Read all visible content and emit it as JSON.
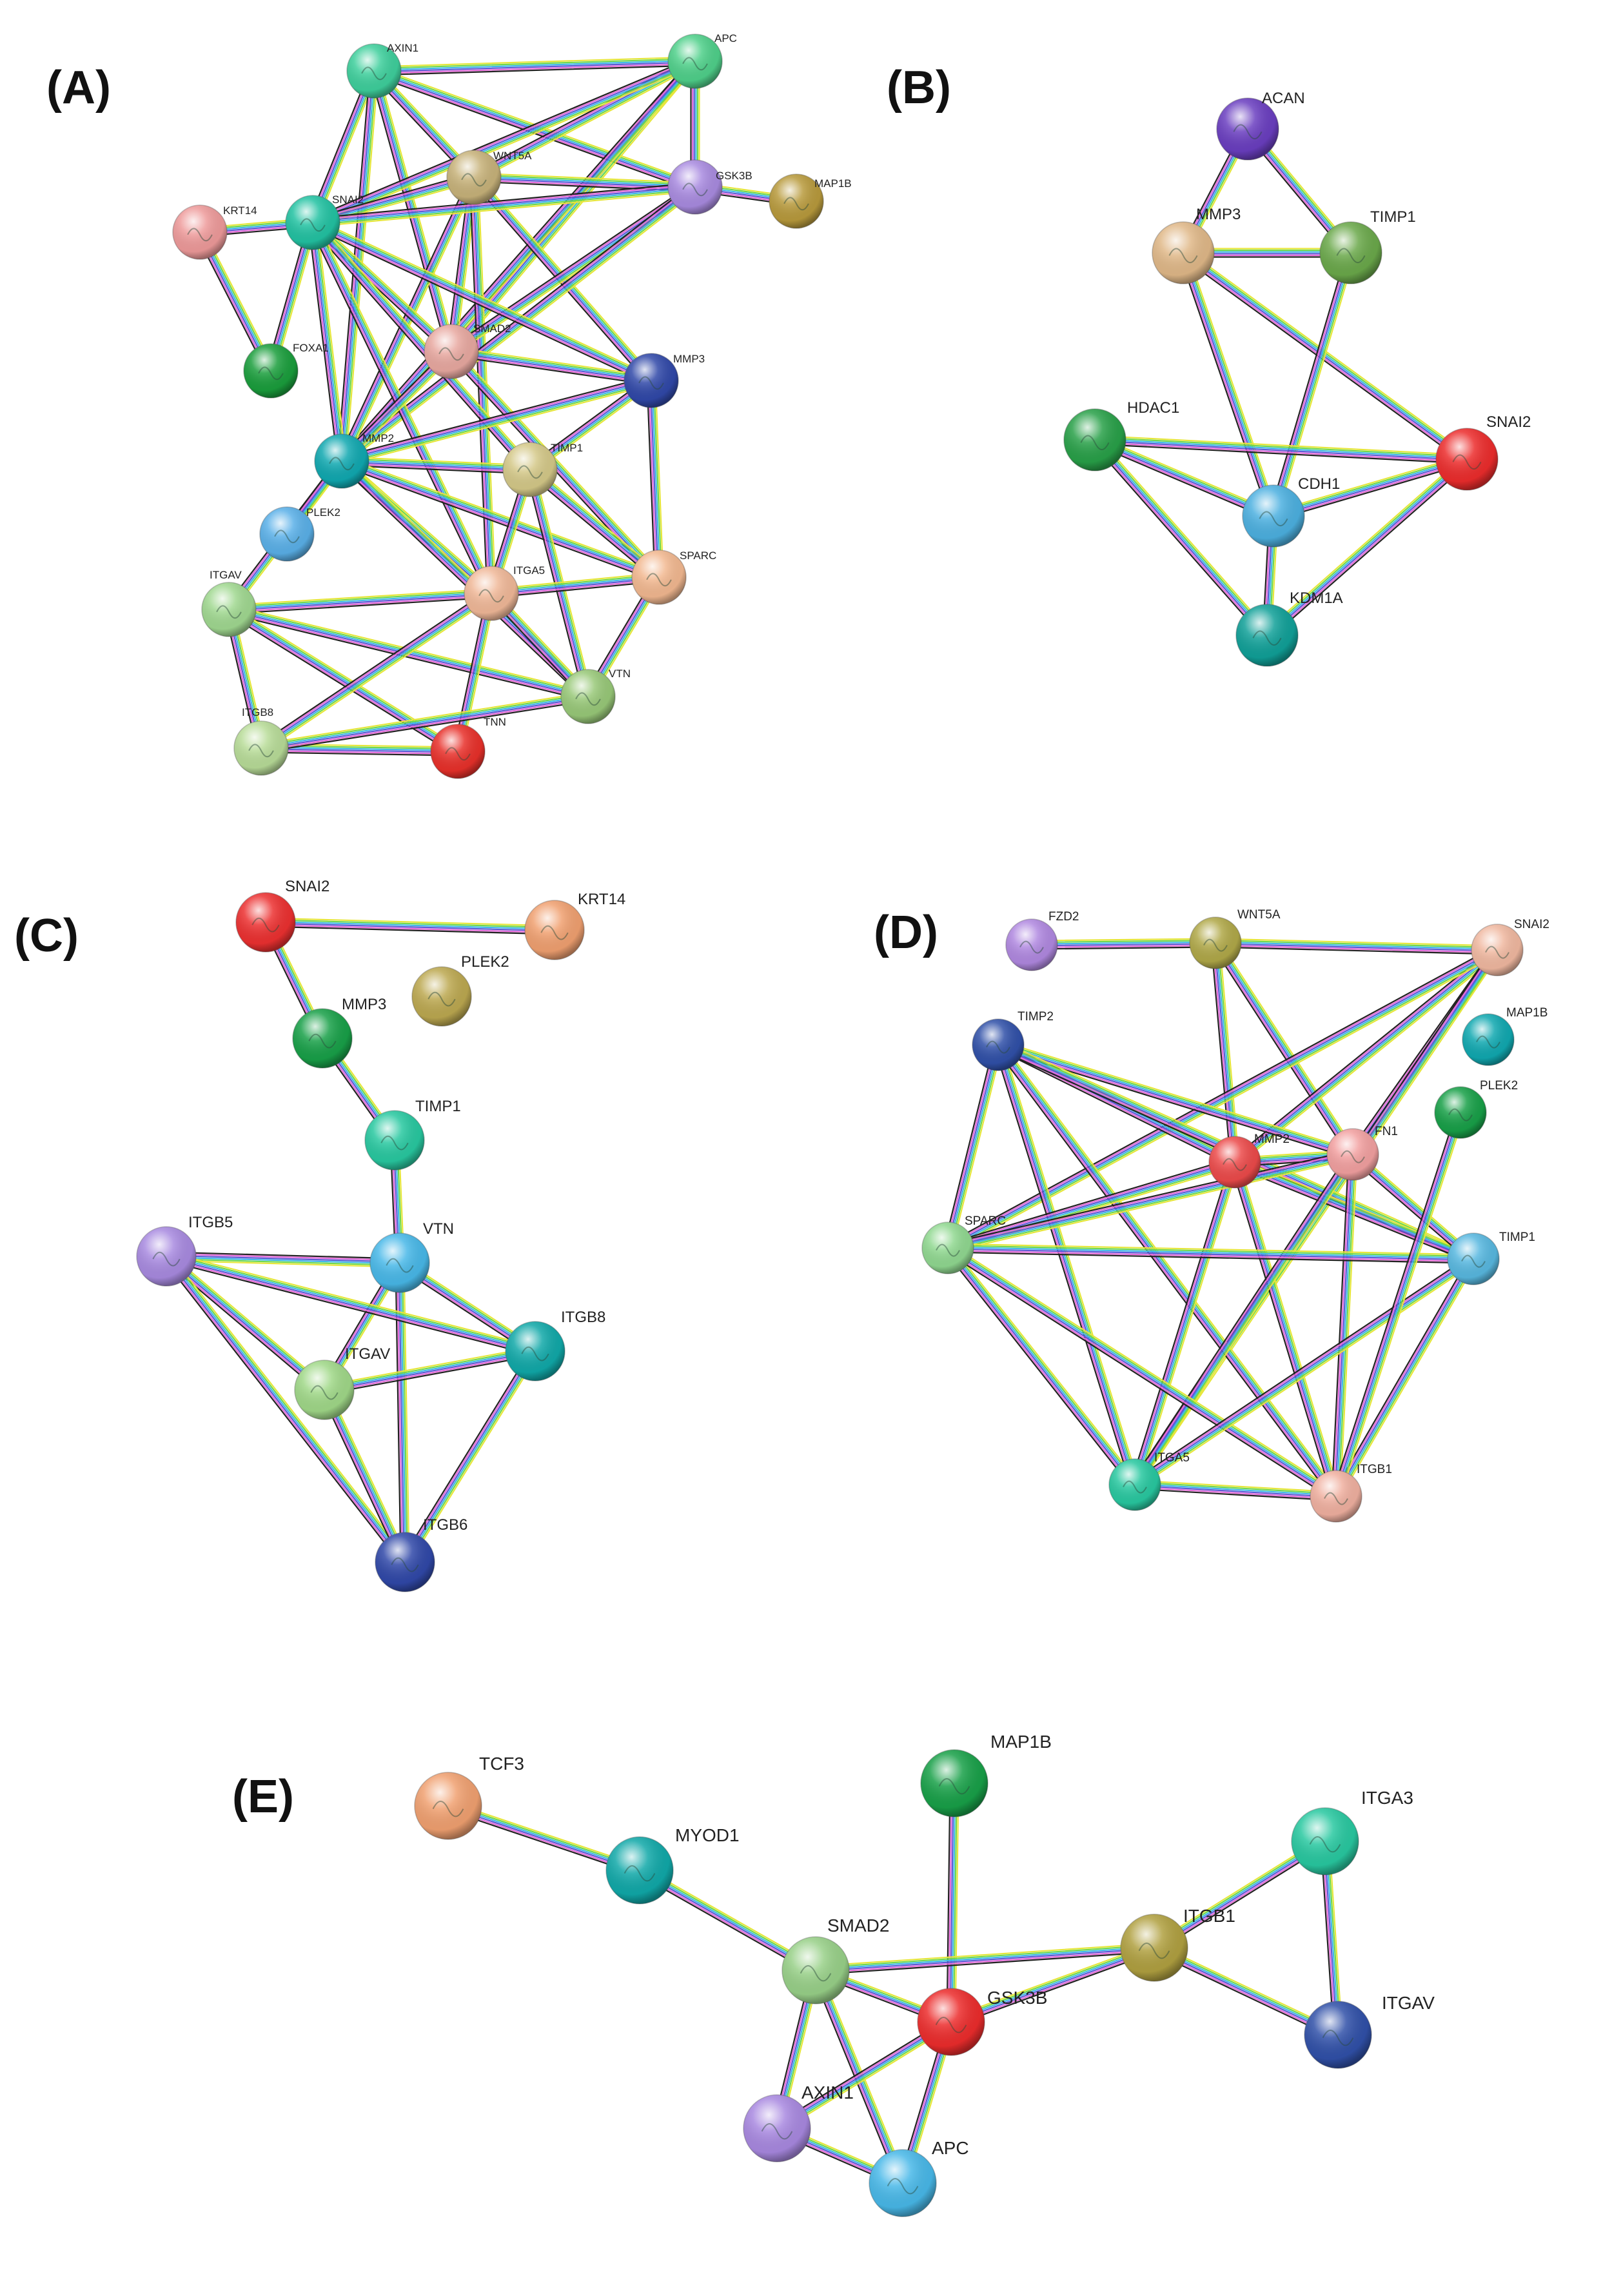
{
  "edge_colors": [
    "#e6e63a",
    "#6fd84c",
    "#3fb8e8",
    "#5b5bd6",
    "#e46ad9",
    "#222222"
  ],
  "panels": [
    {
      "id": "A",
      "label": "(A)",
      "nodes": [
        {
          "id": "AXIN1",
          "label": "AXIN1",
          "color": "#3ecf9c"
        },
        {
          "id": "APC",
          "label": "APC",
          "color": "#4fd08a"
        },
        {
          "id": "WNT5A",
          "label": "WNT5A",
          "color": "#c7b27a"
        },
        {
          "id": "GSK3B",
          "label": "GSK3B",
          "color": "#a98be0"
        },
        {
          "id": "MAP1B",
          "label": "MAP1B",
          "color": "#b89a3c"
        },
        {
          "id": "KRT14",
          "label": "KRT14",
          "color": "#ee9a9a"
        },
        {
          "id": "SNAI2",
          "label": "SNAI2",
          "color": "#22c2a2"
        },
        {
          "id": "FOXA1",
          "label": "FOXA1",
          "color": "#1a9e3c"
        },
        {
          "id": "SMAD2",
          "label": "SMAD2",
          "color": "#e8a8a0"
        },
        {
          "id": "MMP3",
          "label": "MMP3",
          "color": "#3048a8"
        },
        {
          "id": "MMP2",
          "label": "MMP2",
          "color": "#10a8b0"
        },
        {
          "id": "TIMP1",
          "label": "TIMP1",
          "color": "#d4c888"
        },
        {
          "id": "PLEK2",
          "label": "PLEK2",
          "color": "#5ab0e8"
        },
        {
          "id": "ITGAV",
          "label": "ITGAV",
          "color": "#a0d890"
        },
        {
          "id": "ITGA5",
          "label": "ITGA5",
          "color": "#f0b898"
        },
        {
          "id": "SPARC",
          "label": "SPARC",
          "color": "#f2b890"
        },
        {
          "id": "VTN",
          "label": "VTN",
          "color": "#98c878"
        },
        {
          "id": "ITGB8",
          "label": "ITGB8",
          "color": "#b8dc98"
        },
        {
          "id": "TNN",
          "label": "TNN",
          "color": "#e8302a"
        }
      ],
      "edges": [
        [
          "AXIN1",
          "APC"
        ],
        [
          "AXIN1",
          "WNT5A"
        ],
        [
          "AXIN1",
          "GSK3B"
        ],
        [
          "AXIN1",
          "SNAI2"
        ],
        [
          "AXIN1",
          "SMAD2"
        ],
        [
          "AXIN1",
          "MMP2"
        ],
        [
          "APC",
          "WNT5A"
        ],
        [
          "APC",
          "GSK3B"
        ],
        [
          "APC",
          "SNAI2"
        ],
        [
          "APC",
          "SMAD2"
        ],
        [
          "APC",
          "MMP2"
        ],
        [
          "WNT5A",
          "GSK3B"
        ],
        [
          "WNT5A",
          "SNAI2"
        ],
        [
          "WNT5A",
          "SMAD2"
        ],
        [
          "WNT5A",
          "MMP2"
        ],
        [
          "WNT5A",
          "MMP3"
        ],
        [
          "WNT5A",
          "ITGA5"
        ],
        [
          "GSK3B",
          "MAP1B"
        ],
        [
          "GSK3B",
          "SNAI2"
        ],
        [
          "GSK3B",
          "SMAD2"
        ],
        [
          "GSK3B",
          "MMP2"
        ],
        [
          "KRT14",
          "SNAI2"
        ],
        [
          "KRT14",
          "FOXA1"
        ],
        [
          "SNAI2",
          "FOXA1"
        ],
        [
          "SNAI2",
          "SMAD2"
        ],
        [
          "SNAI2",
          "MMP2"
        ],
        [
          "SNAI2",
          "MMP3"
        ],
        [
          "SNAI2",
          "TIMP1"
        ],
        [
          "SNAI2",
          "ITGA5"
        ],
        [
          "SMAD2",
          "MMP2"
        ],
        [
          "SMAD2",
          "MMP3"
        ],
        [
          "SMAD2",
          "SPARC"
        ],
        [
          "MMP3",
          "MMP2"
        ],
        [
          "MMP3",
          "TIMP1"
        ],
        [
          "MMP3",
          "SPARC"
        ],
        [
          "MMP2",
          "TIMP1"
        ],
        [
          "MMP2",
          "PLEK2"
        ],
        [
          "MMP2",
          "ITGAV"
        ],
        [
          "MMP2",
          "ITGA5"
        ],
        [
          "MMP2",
          "SPARC"
        ],
        [
          "MMP2",
          "VTN"
        ],
        [
          "TIMP1",
          "ITGA5"
        ],
        [
          "TIMP1",
          "SPARC"
        ],
        [
          "TIMP1",
          "VTN"
        ],
        [
          "ITGAV",
          "ITGA5"
        ],
        [
          "ITGAV",
          "VTN"
        ],
        [
          "ITGAV",
          "ITGB8"
        ],
        [
          "ITGAV",
          "TNN"
        ],
        [
          "ITGA5",
          "SPARC"
        ],
        [
          "ITGA5",
          "VTN"
        ],
        [
          "ITGA5",
          "ITGB8"
        ],
        [
          "ITGA5",
          "TNN"
        ],
        [
          "SPARC",
          "VTN"
        ],
        [
          "ITGB8",
          "TNN"
        ],
        [
          "ITGB8",
          "VTN"
        ]
      ]
    },
    {
      "id": "B",
      "label": "(B)",
      "nodes": [
        {
          "id": "ACAN",
          "label": "ACAN",
          "color": "#6a3ec0"
        },
        {
          "id": "MMP3",
          "label": "MMP3",
          "color": "#e0b888"
        },
        {
          "id": "TIMP1",
          "label": "TIMP1",
          "color": "#6aa84a"
        },
        {
          "id": "HDAC1",
          "label": "HDAC1",
          "color": "#28a048"
        },
        {
          "id": "SNAI2",
          "label": "SNAI2",
          "color": "#ec2c2c"
        },
        {
          "id": "CDH1",
          "label": "CDH1",
          "color": "#4cb0e0"
        },
        {
          "id": "KDM1A",
          "label": "KDM1A",
          "color": "#10a098"
        }
      ],
      "edges": [
        [
          "ACAN",
          "MMP3"
        ],
        [
          "ACAN",
          "TIMP1"
        ],
        [
          "MMP3",
          "TIMP1"
        ],
        [
          "MMP3",
          "CDH1"
        ],
        [
          "MMP3",
          "SNAI2"
        ],
        [
          "TIMP1",
          "CDH1"
        ],
        [
          "HDAC1",
          "CDH1"
        ],
        [
          "HDAC1",
          "SNAI2"
        ],
        [
          "HDAC1",
          "KDM1A"
        ],
        [
          "CDH1",
          "SNAI2"
        ],
        [
          "CDH1",
          "KDM1A"
        ],
        [
          "KDM1A",
          "SNAI2"
        ]
      ]
    },
    {
      "id": "C",
      "label": "(C)",
      "nodes": [
        {
          "id": "SNAI2",
          "label": "SNAI2",
          "color": "#ec3030"
        },
        {
          "id": "KRT14",
          "label": "KRT14",
          "color": "#f0a070"
        },
        {
          "id": "PLEK2",
          "label": "PLEK2",
          "color": "#bca850"
        },
        {
          "id": "MMP3",
          "label": "MMP3",
          "color": "#18a048"
        },
        {
          "id": "TIMP1",
          "label": "TIMP1",
          "color": "#28c8a0"
        },
        {
          "id": "VTN",
          "label": "VTN",
          "color": "#48b8e8"
        },
        {
          "id": "ITGB5",
          "label": "ITGB5",
          "color": "#a88ae0"
        },
        {
          "id": "ITGB8",
          "label": "ITGB8",
          "color": "#10a8a8"
        },
        {
          "id": "ITGAV",
          "label": "ITGAV",
          "color": "#a0d888"
        },
        {
          "id": "ITGB6",
          "label": "ITGB6",
          "color": "#3048a8"
        }
      ],
      "edges": [
        [
          "SNAI2",
          "KRT14"
        ],
        [
          "SNAI2",
          "MMP3"
        ],
        [
          "MMP3",
          "TIMP1"
        ],
        [
          "TIMP1",
          "VTN"
        ],
        [
          "VTN",
          "ITGB5"
        ],
        [
          "VTN",
          "ITGB8"
        ],
        [
          "VTN",
          "ITGAV"
        ],
        [
          "VTN",
          "ITGB6"
        ],
        [
          "ITGB5",
          "ITGB8"
        ],
        [
          "ITGB5",
          "ITGAV"
        ],
        [
          "ITGB5",
          "ITGB6"
        ],
        [
          "ITGAV",
          "ITGB8"
        ],
        [
          "ITGAV",
          "ITGB6"
        ],
        [
          "ITGB8",
          "ITGB6"
        ]
      ]
    },
    {
      "id": "D",
      "label": "(D)",
      "nodes": [
        {
          "id": "FZD2",
          "label": "FZD2",
          "color": "#b088e0"
        },
        {
          "id": "WNT5A",
          "label": "WNT5A",
          "color": "#b0a848"
        },
        {
          "id": "SNAI2",
          "label": "SNAI2",
          "color": "#f0b8a0"
        },
        {
          "id": "MAP1B",
          "label": "MAP1B",
          "color": "#10a8b0"
        },
        {
          "id": "TIMP2",
          "label": "TIMP2",
          "color": "#3050a8"
        },
        {
          "id": "PLEK2",
          "label": "PLEK2",
          "color": "#18a048"
        },
        {
          "id": "MMP2",
          "label": "MMP2",
          "color": "#ec4a4a"
        },
        {
          "id": "FN1",
          "label": "FN1",
          "color": "#f2a0a0"
        },
        {
          "id": "SPARC",
          "label": "SPARC",
          "color": "#90d890"
        },
        {
          "id": "TIMP1",
          "label": "TIMP1",
          "color": "#58b8e0"
        },
        {
          "id": "ITGA5",
          "label": "ITGA5",
          "color": "#28c8a0"
        },
        {
          "id": "ITGB1",
          "label": "ITGB1",
          "color": "#f0b0a0"
        }
      ],
      "edges": [
        [
          "FZD2",
          "WNT5A"
        ],
        [
          "WNT5A",
          "SNAI2"
        ],
        [
          "WNT5A",
          "MMP2"
        ],
        [
          "WNT5A",
          "FN1"
        ],
        [
          "SNAI2",
          "MMP2"
        ],
        [
          "SNAI2",
          "FN1"
        ],
        [
          "SNAI2",
          "SPARC"
        ],
        [
          "SNAI2",
          "ITGA5"
        ],
        [
          "TIMP2",
          "MMP2"
        ],
        [
          "TIMP2",
          "FN1"
        ],
        [
          "TIMP2",
          "SPARC"
        ],
        [
          "TIMP2",
          "TIMP1"
        ],
        [
          "TIMP2",
          "ITGA5"
        ],
        [
          "TIMP2",
          "ITGB1"
        ],
        [
          "MMP2",
          "FN1"
        ],
        [
          "MMP2",
          "SPARC"
        ],
        [
          "MMP2",
          "TIMP1"
        ],
        [
          "MMP2",
          "ITGA5"
        ],
        [
          "MMP2",
          "ITGB1"
        ],
        [
          "FN1",
          "SPARC"
        ],
        [
          "FN1",
          "TIMP1"
        ],
        [
          "FN1",
          "ITGA5"
        ],
        [
          "FN1",
          "ITGB1"
        ],
        [
          "SPARC",
          "TIMP1"
        ],
        [
          "SPARC",
          "ITGA5"
        ],
        [
          "SPARC",
          "ITGB1"
        ],
        [
          "TIMP1",
          "ITGA5"
        ],
        [
          "TIMP1",
          "ITGB1"
        ],
        [
          "ITGA5",
          "ITGB1"
        ],
        [
          "PLEK2",
          "ITGB1"
        ]
      ]
    },
    {
      "id": "E",
      "label": "(E)",
      "nodes": [
        {
          "id": "TCF3",
          "label": "TCF3",
          "color": "#f0a070"
        },
        {
          "id": "MYOD1",
          "label": "MYOD1",
          "color": "#10a8a8"
        },
        {
          "id": "MAP1B",
          "label": "MAP1B",
          "color": "#18a048"
        },
        {
          "id": "ITGA3",
          "label": "ITGA3",
          "color": "#28c8a0"
        },
        {
          "id": "SMAD2",
          "label": "SMAD2",
          "color": "#98d088"
        },
        {
          "id": "ITGB1",
          "label": "ITGB1",
          "color": "#b0a040"
        },
        {
          "id": "GSK3B",
          "label": "GSK3B",
          "color": "#ec2c2c"
        },
        {
          "id": "ITGAV",
          "label": "ITGAV",
          "color": "#3050a8"
        },
        {
          "id": "AXIN1",
          "label": "AXIN1",
          "color": "#a888e0"
        },
        {
          "id": "APC",
          "label": "APC",
          "color": "#48b8e8"
        }
      ],
      "edges": [
        [
          "TCF3",
          "MYOD1"
        ],
        [
          "MYOD1",
          "SMAD2"
        ],
        [
          "MAP1B",
          "GSK3B"
        ],
        [
          "SMAD2",
          "ITGB1"
        ],
        [
          "SMAD2",
          "GSK3B"
        ],
        [
          "SMAD2",
          "AXIN1"
        ],
        [
          "SMAD2",
          "APC"
        ],
        [
          "GSK3B",
          "ITGB1"
        ],
        [
          "GSK3B",
          "AXIN1"
        ],
        [
          "GSK3B",
          "APC"
        ],
        [
          "AXIN1",
          "APC"
        ],
        [
          "ITGB1",
          "ITGA3"
        ],
        [
          "ITGB1",
          "ITGAV"
        ],
        [
          "ITGA3",
          "ITGAV"
        ]
      ]
    }
  ]
}
